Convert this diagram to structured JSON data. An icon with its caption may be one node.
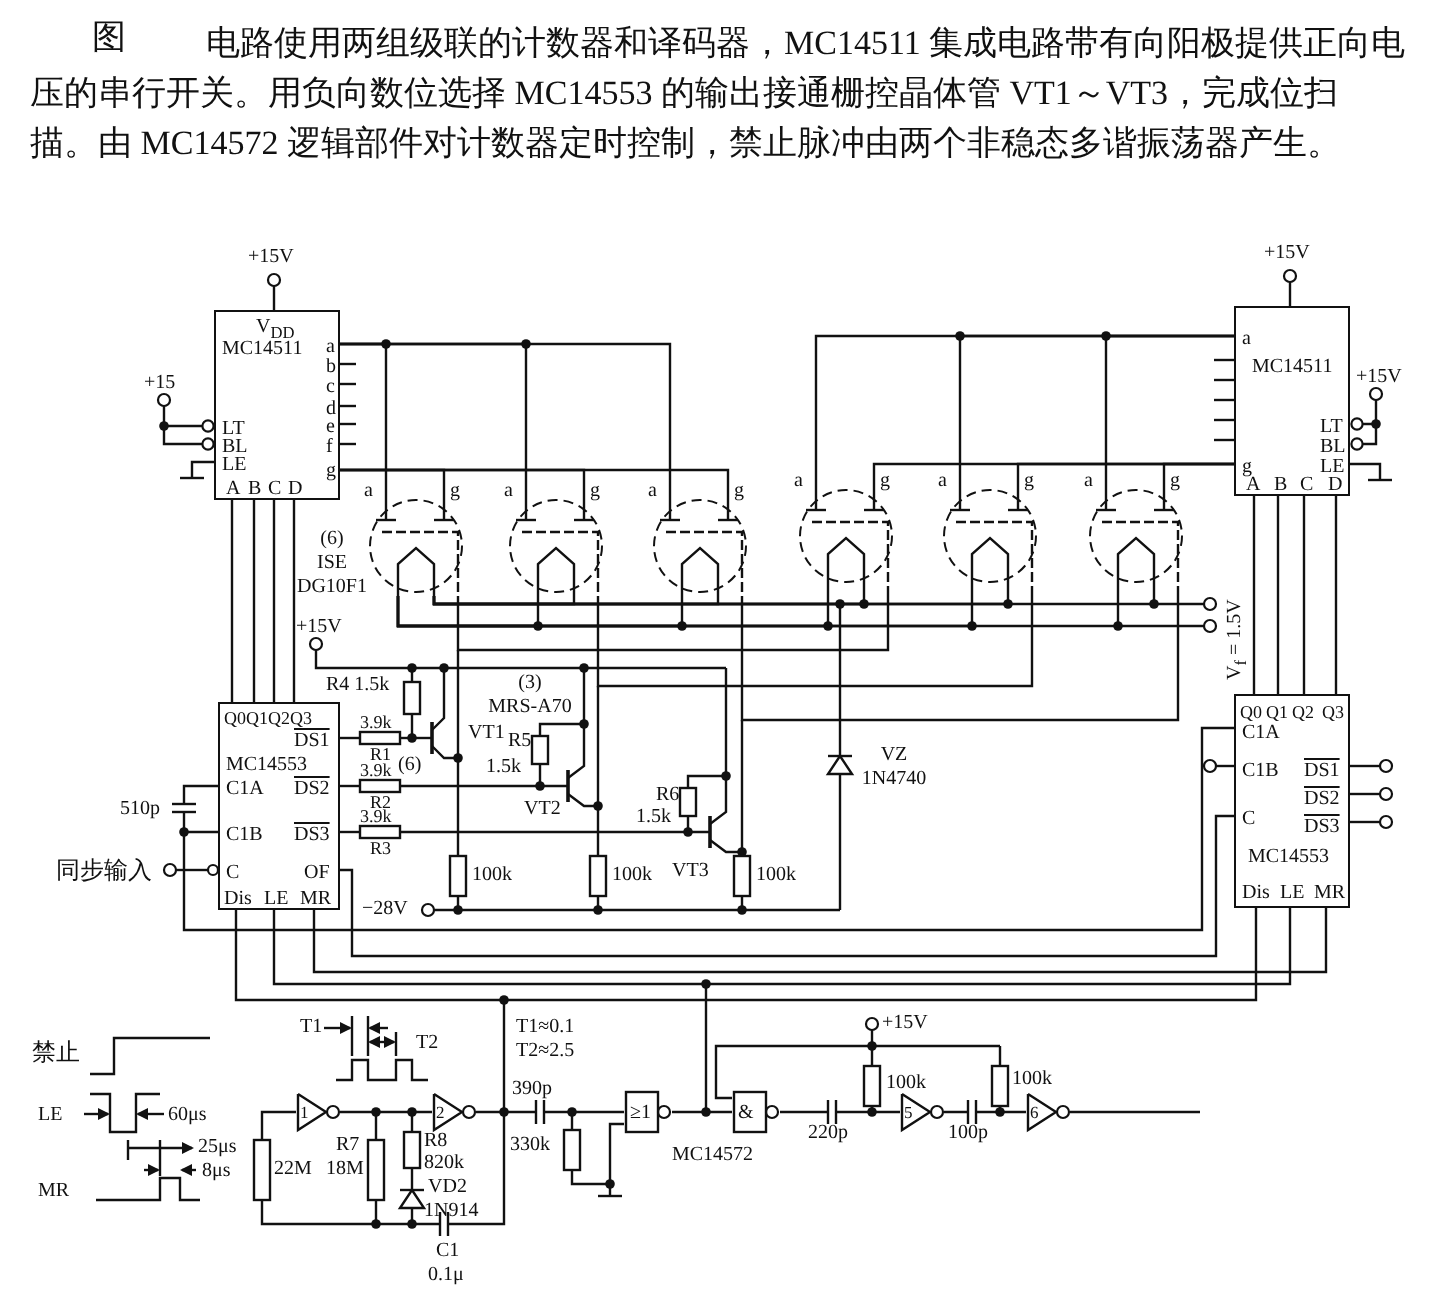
{
  "diagram": {
    "caption": "电路使用两组级联的计数器和译码器，MC14511 集成电路带有向阳极提供正向电压的串行开关。用负向数位选择 MC14553 的输出接通栅控晶体管 VT1～VT3，完成位扫描。由 MC14572 逻辑部件对计数器定时控制，禁止脉冲由两个非稳态多谐振荡器产生。",
    "nodes": [
      {
        "text": [
          "V$_{DD}$",
          "MC14511",
          "a",
          "b",
          "c",
          "d",
          "e",
          "f",
          "g",
          "LT",
          "BL",
          "LE",
          "A",
          "B",
          "C",
          "D"
        ]
      },
      {
        "text": [
          "a",
          "MC14511",
          "g",
          "LT",
          "BL",
          "LE",
          "A",
          "B",
          "C",
          "D"
        ]
      },
      {
        "text": [
          "Q0",
          "Q1",
          "Q2",
          "Q3",
          "DS1",
          "MC14553",
          "C1A",
          "DS2",
          "C1B",
          "DS3",
          "C",
          "OF",
          "Dis",
          "LE",
          "MR"
        ]
      },
      {
        "text": [
          "Q0",
          "Q1",
          "Q2",
          "Q3",
          "C1A",
          "C1B",
          "DS1",
          "DS2",
          "DS3",
          "C",
          "MC14553",
          "Dis",
          "LE",
          "MR"
        ]
      },
      {
        "text": [
          "a",
          "g"
        ]
      },
      {
        "text": [
          "a",
          "g"
        ]
      },
      {
        "text": [
          "a",
          "g"
        ]
      },
      {
        "text": [
          "a",
          "g"
        ]
      },
      {
        "text": [
          "a",
          "g"
        ]
      },
      {
        "text": [
          "a",
          "g"
        ]
      },
      {
        "text": [
          "1"
        ]
      },
      {
        "text": [
          "2"
        ]
      },
      {
        "text": [
          "≥1"
        ]
      },
      {
        "text": [
          "&"
        ]
      },
      {
        "text": [
          "5"
        ]
      },
      {
        "text": [
          "6"
        ]
      }
    ],
    "edges": [
      {
        "from": 0,
        "to": 4,
        "arrow": "none"
      },
      {
        "from": 0,
        "to": 4,
        "arrow": "none"
      },
      {
        "from": 0,
        "to": 5,
        "arrow": "none"
      },
      {
        "from": 0,
        "to": 5,
        "arrow": "none"
      },
      {
        "from": 0,
        "to": 6,
        "arrow": "none"
      },
      {
        "from": 0,
        "to": 6,
        "arrow": "none"
      },
      {
        "from": 1,
        "to": 7,
        "arrow": "none"
      },
      {
        "from": 1,
        "to": 7,
        "arrow": "none"
      },
      {
        "from": 1,
        "to": 8,
        "arrow": "none"
      },
      {
        "from": 1,
        "to": 8,
        "arrow": "none"
      },
      {
        "from": 1,
        "to": 9,
        "arrow": "none"
      },
      {
        "from": 1,
        "to": 9,
        "arrow": "none"
      },
      {
        "from": 0,
        "to": 2,
        "arrow": "none"
      },
      {
        "from": 0,
        "to": 2,
        "arrow": "none"
      },
      {
        "from": 0,
        "to": 2,
        "arrow": "none"
      },
      {
        "from": 0,
        "to": 2,
        "arrow": "none"
      },
      {
        "from": 1,
        "to": 3,
        "arrow": "none"
      },
      {
        "from": 1,
        "to": 3,
        "arrow": "none"
      },
      {
        "from": 1,
        "to": 3,
        "arrow": "none"
      },
      {
        "from": 1,
        "to": 3,
        "arrow": "none"
      },
      {
        "from": 2,
        "to": 3,
        "arrow": "none"
      },
      {
        "from": 10,
        "to": 11,
        "arrow": "none"
      },
      {
        "from": 11,
        "to": 12,
        "arrow": "none"
      },
      {
        "from": 12,
        "to": 13,
        "arrow": "none"
      },
      {
        "from": 13,
        "to": 14,
        "arrow": "none"
      },
      {
        "from": 14,
        "to": 15,
        "arrow": "none"
      },
      {
        "from": 2,
        "to": 3,
        "arrow": "none"
      },
      {
        "from": 2,
        "to": 3,
        "arrow": "none"
      },
      {
        "from": 2,
        "to": 3,
        "arrow": "none"
      },
      {
        "from": 3,
        "to": 2,
        "arrow": "none"
      },
      {
        "from": 4,
        "to": 9,
        "arrow": "none"
      },
      {
        "from": 4,
        "to": 9,
        "arrow": "none"
      },
      {
        "from": 4,
        "to": 7,
        "arrow": "none"
      },
      {
        "from": 5,
        "to": 8,
        "arrow": "none"
      },
      {
        "from": 6,
        "to": 9,
        "arrow": "none"
      },
      {
        "from": 5,
        "to": 4,
        "arrow": "none"
      },
      {
        "from": 5,
        "to": 4,
        "arrow": "none"
      },
      {
        "from": 6,
        "to": 4,
        "arrow": "none"
      },
      {
        "from": 6,
        "to": 4,
        "arrow": "none"
      },
      {
        "from": 7,
        "to": 4,
        "arrow": "none"
      },
      {
        "from": 7,
        "to": 4,
        "arrow": "none"
      },
      {
        "from": 8,
        "to": 4,
        "arrow": "none"
      },
      {
        "from": 8,
        "to": 4,
        "arrow": "none"
      }
    ],
    "labels": [
      "图",
      "+15V",
      "+15",
      "(6) ISE DG10F1",
      "+15V",
      "R4 1.5k",
      "3.9k",
      "R1",
      "3.9k",
      "R2",
      "3.9k",
      "R3",
      "(3) MRS-A70",
      "VT1",
      "(6)",
      "R5",
      "1.5k",
      "VT2",
      "R6",
      "1.5k",
      "100k",
      "100k",
      "VT3",
      "100k",
      "−28V",
      "510p",
      "同步输入",
      "VZ 1N4740",
      "V$_{f}$ = 1.5V",
      "+15V",
      "+15V",
      "禁止",
      "LE",
      "60μs",
      "MR",
      "25μs",
      "8μs",
      "T1",
      "T2",
      "T1≈0.1",
      "T2≈2.5",
      "390p",
      "330k",
      "22M",
      "R7",
      "18M",
      "R8",
      "820k",
      "VD2",
      "1N914",
      "C1",
      "0.1μ",
      "MC14572",
      "+15V",
      "100k",
      "100k",
      "220p",
      "100p"
    ]
  }
}
